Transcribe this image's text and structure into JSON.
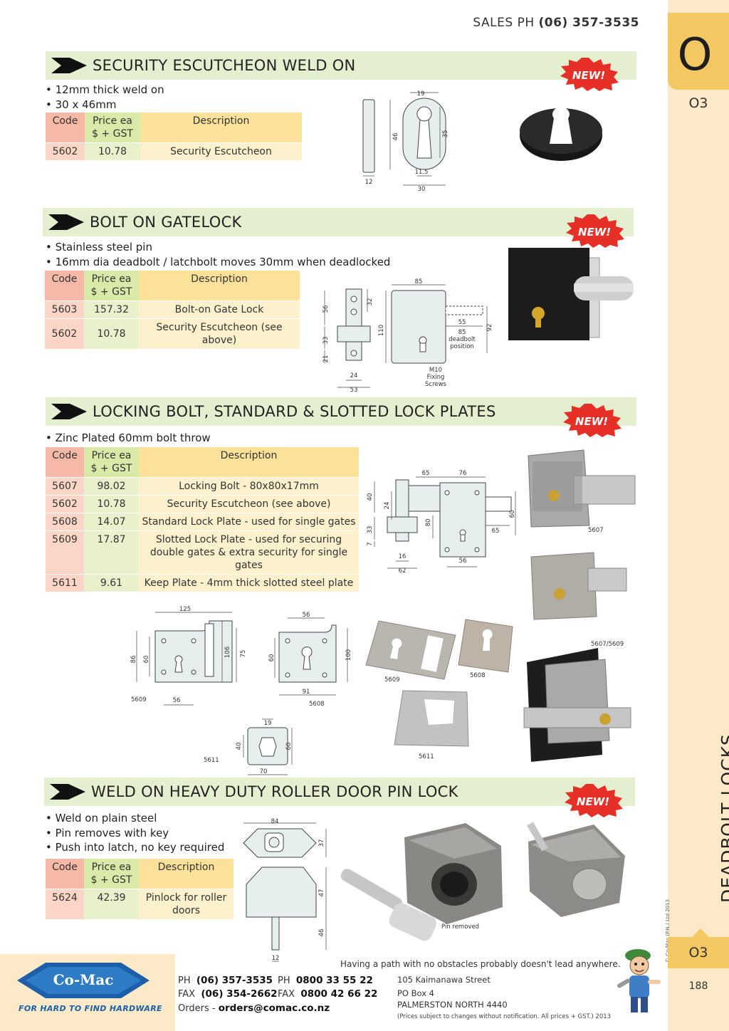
{
  "header": {
    "sales_label": "SALES  PH",
    "sales_phone": "(06) 357-3535"
  },
  "tab": {
    "letter": "O",
    "code": "O3",
    "category": "DEADBOLT LOCKS",
    "copyright": "© Co-Mac (P.N.) Ltd 2013",
    "page": "188"
  },
  "new_badge": "NEW!",
  "table_headers": {
    "code": "Code",
    "price_1": "Price ea",
    "price_2": "$ + GST",
    "desc": "Description"
  },
  "sections": [
    {
      "title": "SECURITY ESCUTCHEON WELD ON",
      "bullets": [
        "12mm thick weld on",
        "30 x 46mm"
      ],
      "rows": [
        {
          "code": "5602",
          "price": "10.78",
          "desc": "Security Escutcheon"
        }
      ],
      "dims": [
        "19",
        "46",
        "35",
        "11.5",
        "12",
        "30"
      ]
    },
    {
      "title": "BOLT ON GATELOCK",
      "bullets": [
        "Stainless steel pin",
        "16mm dia deadbolt / latchbolt moves 30mm when deadlocked"
      ],
      "rows": [
        {
          "code": "5603",
          "price": "157.32",
          "desc": "Bolt-on Gate Lock"
        },
        {
          "code": "5602",
          "price": "10.78",
          "desc": "Security Escutcheon (see above)"
        }
      ],
      "dims": [
        "85",
        "56",
        "32",
        "110",
        "33",
        "21",
        "24",
        "53",
        "55",
        "85",
        "deadbolt",
        "position",
        "92",
        "M10",
        "Fixing",
        "Screws"
      ]
    },
    {
      "title": "LOCKING BOLT, STANDARD & SLOTTED LOCK PLATES",
      "bullets": [
        "Zinc Plated 60mm bolt throw"
      ],
      "rows": [
        {
          "code": "5607",
          "price": "98.02",
          "desc": "Locking Bolt - 80x80x17mm"
        },
        {
          "code": "5602",
          "price": "10.78",
          "desc": "Security Escutcheon (see above)"
        },
        {
          "code": "5608",
          "price": "14.07",
          "desc": "Standard Lock Plate - used for single gates"
        },
        {
          "code": "5609",
          "price": "17.87",
          "desc": "Slotted Lock Plate - used for securing double gates & extra security for single gates"
        },
        {
          "code": "5611",
          "price": "9.61",
          "desc": "Keep Plate - 4mm thick slotted steel plate"
        }
      ],
      "dims": [
        "65",
        "76",
        "40",
        "24",
        "80",
        "60",
        "33",
        "7",
        "16",
        "62",
        "56",
        "65",
        "125",
        "86",
        "60",
        "106",
        "75",
        "56",
        "5609",
        "56",
        "60",
        "100",
        "91",
        "5608",
        "19",
        "40",
        "60",
        "5611",
        "70"
      ],
      "photo_labels": [
        "5607",
        "5607/5609",
        "5609",
        "5608",
        "5611"
      ]
    },
    {
      "title": "WELD ON HEAVY DUTY ROLLER DOOR PIN LOCK",
      "bullets": [
        "Weld on plain steel",
        "Pin removes with key",
        "Push into latch, no key required"
      ],
      "rows": [
        {
          "code": "5624",
          "price": "42.39",
          "desc": "Pinlock for roller doors"
        }
      ],
      "dims": [
        "84",
        "37",
        "47",
        "46",
        "12"
      ],
      "photo_labels": [
        "Pin removed"
      ]
    }
  ],
  "footer": {
    "tagline": "FOR HARD TO FIND HARDWARE",
    "logo_name": "Co-Mac",
    "quote": "Having a path with no obstacles probably doesn't lead anywhere.",
    "ph_label": "PH",
    "ph": "(06) 357-3535",
    "fax_label": "FAX",
    "fax": "(06) 354-2662",
    "ph2_label": "PH",
    "ph2": "0800 33 55 22",
    "fax2_label": "FAX",
    "fax2": "0800 42 66 22",
    "orders_label": "Orders -",
    "orders": "orders@comac.co.nz",
    "addr1": "105 Kaimanawa Street",
    "addr2": "PO Box 4",
    "addr3": "PALMERSTON NORTH 4440",
    "disclaimer": "(Prices subject to changes without notification.  All prices + GST.)  2013"
  }
}
